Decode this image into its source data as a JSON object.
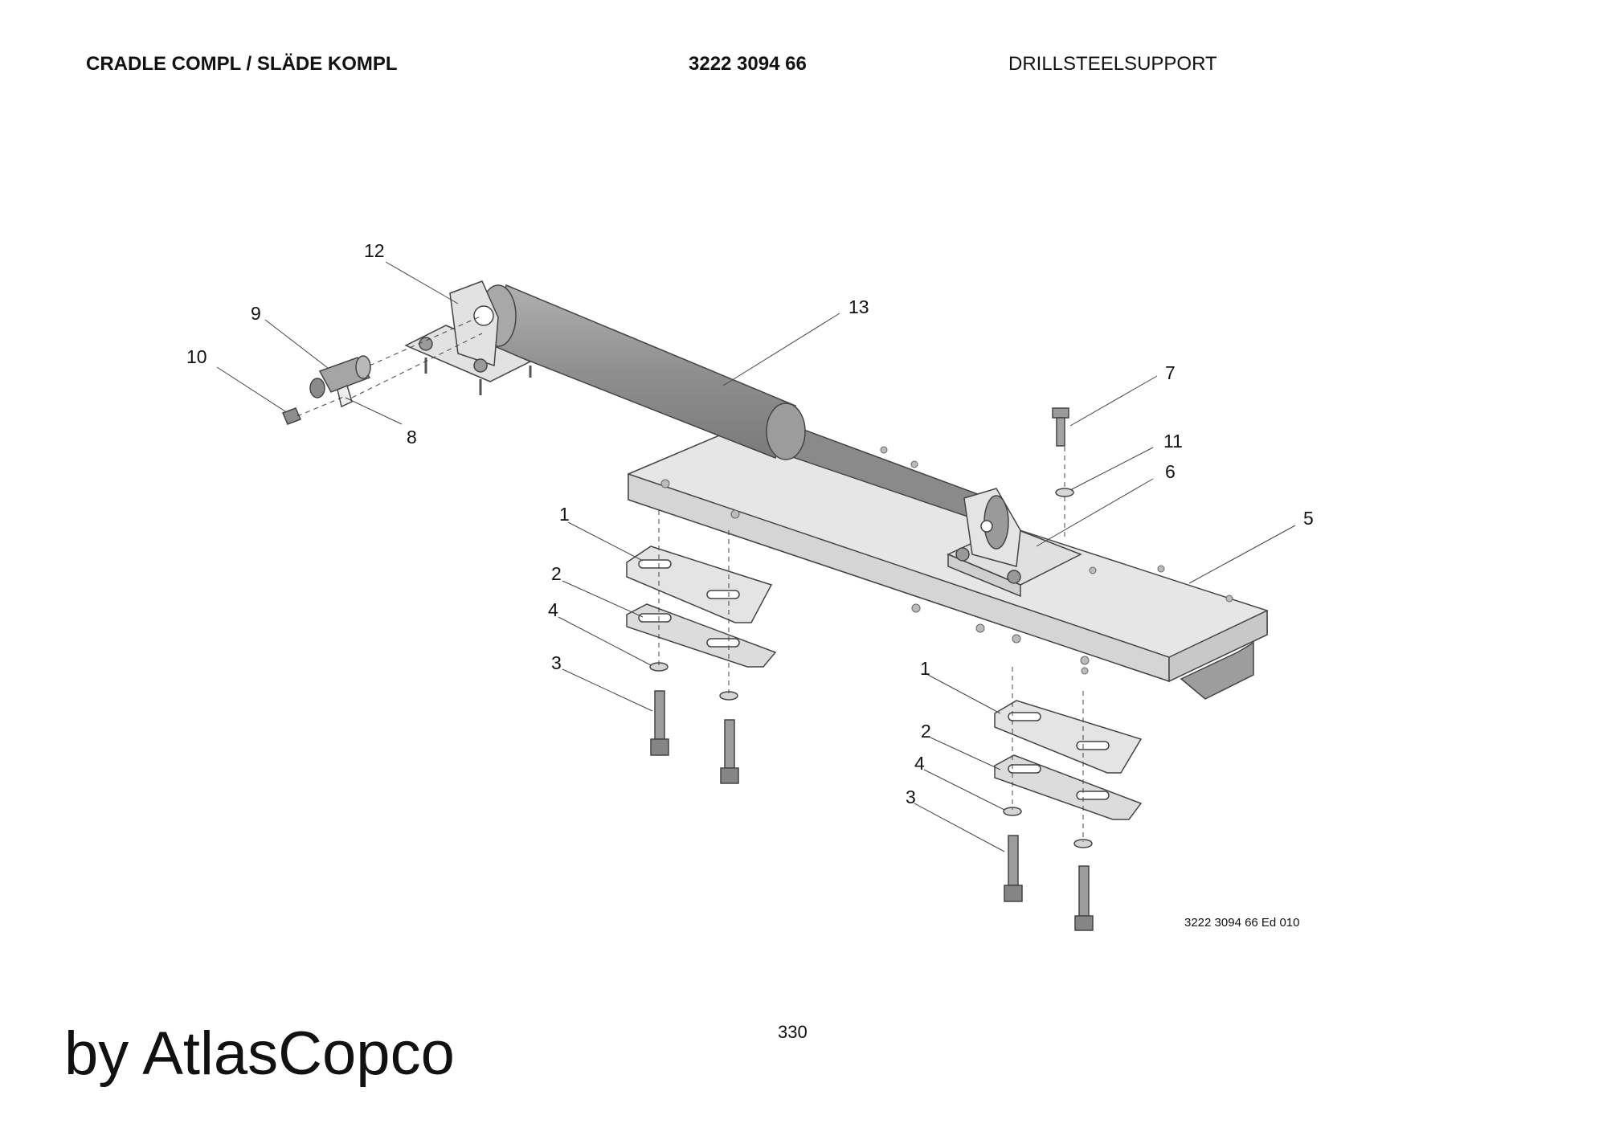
{
  "header": {
    "title": "CRADLE COMPL / SLÄDE KOMPL",
    "part_number": "3222 3094 66",
    "description": "DRILLSTEELSUPPORT"
  },
  "diagram": {
    "callouts": [
      "1",
      "1",
      "2",
      "2",
      "3",
      "3",
      "4",
      "4",
      "5",
      "6",
      "7",
      "8",
      "9",
      "10",
      "11",
      "12",
      "13"
    ],
    "drawing_reference": "3222 3094 66 Ed 010"
  },
  "footer": {
    "page_number": "330",
    "brand": "by AtlasCopco"
  },
  "colors": {
    "part_light": "#e2e2e2",
    "part_dark": "#9a9a9a",
    "outline": "#333333"
  }
}
